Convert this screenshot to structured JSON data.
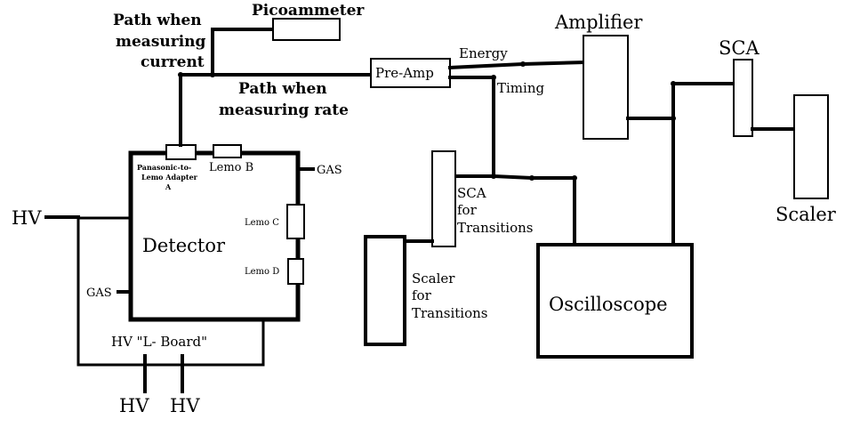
{
  "labels": {
    "picoammeter": "Picoammeter",
    "path_current_1": "Path when",
    "path_current_2": "measuring",
    "path_current_3": "current",
    "path_rate_1": "Path when",
    "path_rate_2": "measuring rate",
    "preamp": "Pre-Amp",
    "energy": "Energy",
    "timing": "Timing",
    "amplifier": "Amplifier",
    "sca_top": "SCA",
    "scaler": "Scaler",
    "sca_trans_1": "SCA",
    "sca_trans_2": "for",
    "sca_trans_3": "Transitions",
    "scaler_trans_1": "Scaler",
    "scaler_trans_2": "for",
    "scaler_trans_3": "Transitions",
    "oscilloscope": "Oscilloscope",
    "detector": "Detector",
    "adapter_1": "Panasonic-to-",
    "adapter_2": "Lemo Adapter",
    "adapter_3": "A",
    "lemo_b": "Lemo B",
    "lemo_c": "Lemo C",
    "lemo_d": "Lemo D",
    "gas_top": "GAS",
    "gas_bottom": "GAS",
    "hv_left": "HV",
    "hv_board": "HV \"L- Board\"",
    "hv_bottom_1": "HV",
    "hv_bottom_2": "HV"
  }
}
